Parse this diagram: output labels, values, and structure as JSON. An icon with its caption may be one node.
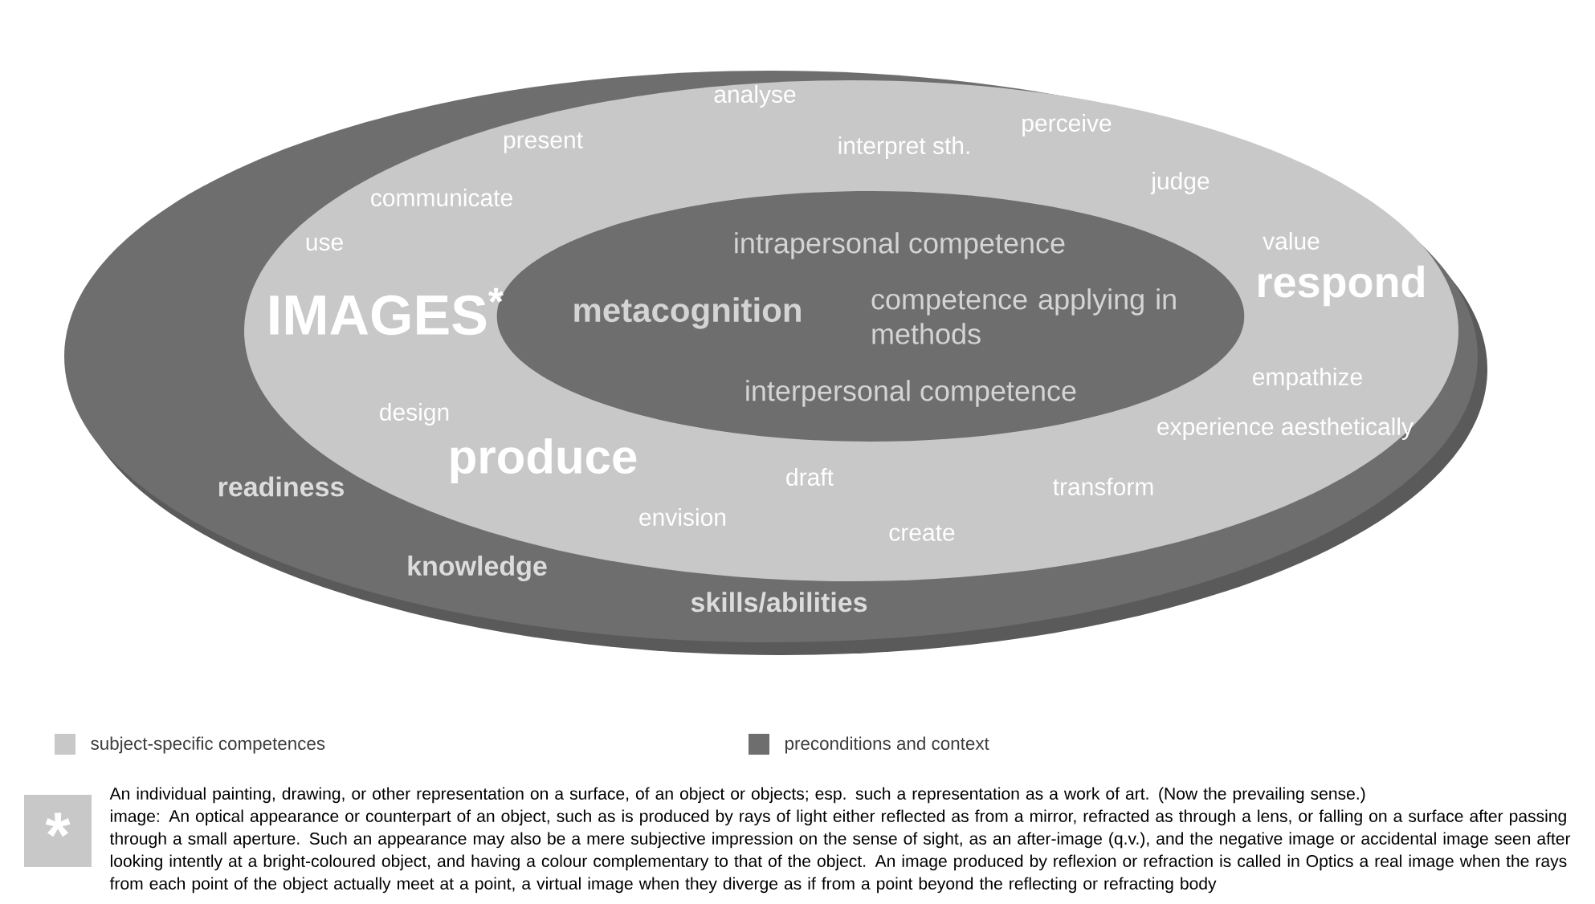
{
  "diagram": {
    "nodes": [
      {
        "text": [
          "readiness",
          "knowledge",
          "skills/abilities"
        ]
      },
      {
        "text": [
          "IMAGES$^{*}$",
          "use",
          "communicate",
          "present",
          "analyse",
          "interpret sth.",
          "perceive",
          "judge",
          "value",
          "respond",
          "empathize",
          "experience aesthetically",
          "transform",
          "create",
          "draft",
          "envision",
          "produce",
          "design"
        ],
        "in": 0
      },
      {
        "text": [
          "metacognition",
          "intrapersonal competence",
          "competence applying in methods",
          "interpersonal competence"
        ],
        "in": 1
      },
      {
        "text": [
          "*"
        ],
        "beside": [
          "An individual painting, drawing, or other representation on a surface, of an object or objects; esp. such a representation as a work of art. (Now the prevailing sense.)",
          "image: An optical appearance or counterpart of an object, such as is produced by rays of light either reflected as from a mirror, refracted as through a lens, or falling on a surface after passing through a small aperture. Such an appearance may also be a mere subjective impression on the sense of sight, as an after-image (q.v.), and the negative image or accidental image seen after looking intently at a bright-coloured object, and having a colour complementary to that of the object. An image produced by reflexion or refraction is called in Optics a real image when the rays from each point of the object actually meet at a point, a virtual image when they diverge as if from a point beyond the reflecting or refracting body"
        ]
      }
    ],
    "legend": [
      {
        "text": "subject-specific competences",
        "color": "#c8c8c8"
      },
      {
        "text": "preconditions and context",
        "color": "#6e6e6e"
      }
    ]
  }
}
